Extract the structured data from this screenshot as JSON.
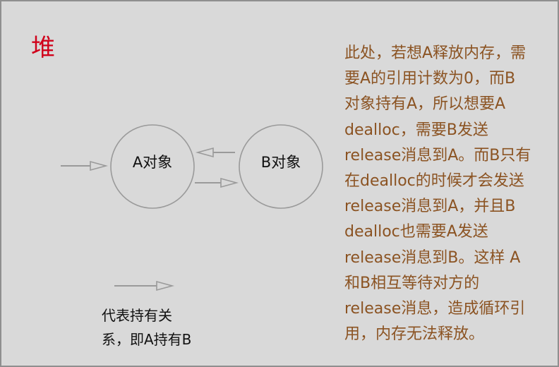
{
  "title": "堆",
  "colors": {
    "background": "#d9d9d9",
    "border": "#8f8f8f",
    "title": "#d0021b",
    "explanation_text": "#8b5322",
    "diagram_stroke": "#9a9a9a"
  },
  "diagram": {
    "nodes": [
      {
        "id": "A",
        "label": "A对象"
      },
      {
        "id": "B",
        "label": "B对象"
      }
    ],
    "edges": [
      {
        "from": "external",
        "to": "A"
      },
      {
        "from": "B",
        "to": "A"
      },
      {
        "from": "A",
        "to": "B"
      }
    ]
  },
  "legend": {
    "lines": [
      "代表持有关",
      "系，即A持有B"
    ]
  },
  "explanation": {
    "lines": [
      "此处，若想A释放内存，需",
      "要A的引用计数为0，而B",
      "对象持有A，所以想要A",
      "dealloc，需要B发送",
      "release消息到A。而B只有",
      "在dealloc的时候才会发送",
      "release消息到A，并且B",
      "dealloc也需要A发送",
      "release消息到B。这样 A",
      "和B相互等待对方的",
      "release消息，造成循环引",
      "用，内存无法释放。"
    ]
  }
}
